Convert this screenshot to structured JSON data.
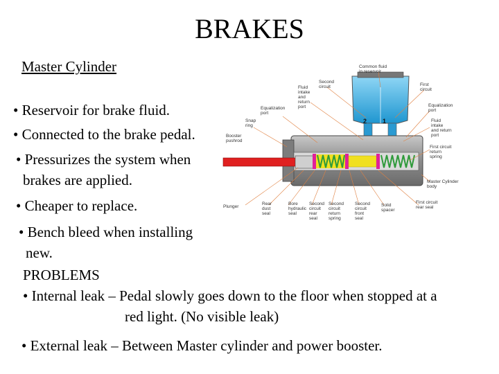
{
  "title": "BRAKES",
  "subtitle": "Master Cylinder",
  "bullets": {
    "b1": "• Reservoir for brake fluid.",
    "b2": "• Connected to the brake pedal.",
    "b3_line1": "• Pressurizes the system when",
    "b3_line2": "brakes are applied.",
    "b4": "• Cheaper to replace.",
    "b5_line1": "• Bench bleed when installing",
    "b5_line2": "new."
  },
  "problems": {
    "heading": "PROBLEMS",
    "internal_line1": "• Internal leak – Pedal slowly goes down to the floor when stopped at a",
    "internal_line2": "red light. (No visible leak)",
    "external": "• External leak – Between Master cylinder and power booster."
  },
  "diagram": {
    "labels": {
      "common_fluid": [
        "Common fluid",
        "in reservoir"
      ],
      "second_circuit": [
        "Second",
        "circuit"
      ],
      "first_circuit": [
        "First",
        "circuit"
      ],
      "fluid_intake_left": [
        "Fluid",
        "intake",
        "and",
        "return",
        "port"
      ],
      "equalization_left": [
        "Equalization",
        "port"
      ],
      "snap_ring": [
        "Snap",
        "ring"
      ],
      "booster_pushrod": [
        "Booster",
        "pushrod"
      ],
      "equalization_right": [
        "Equalization",
        "port"
      ],
      "fluid_intake_right": [
        "Fluid",
        "intake",
        "and return",
        "port"
      ],
      "first_circuit_spring": [
        "First circuit",
        "return",
        "spring"
      ],
      "master_body": [
        "Master Cylinder",
        "body"
      ],
      "plunger": [
        "Plunger"
      ],
      "rear_dust_seal": [
        "Rear",
        "dust",
        "seal"
      ],
      "bore_seal": [
        "Bore",
        "hydraulic",
        "seal"
      ],
      "second_circuit_rear": [
        "Second",
        "circuit",
        "rear",
        "seal"
      ],
      "second_circuit_spring": [
        "Second",
        "circuit",
        "return",
        "spring"
      ],
      "second_circuit_front": [
        "Second",
        "circuit",
        "front",
        "seal"
      ],
      "solid_spacer": [
        "Solid",
        "spacer"
      ],
      "first_circuit_rear": [
        "First circuit",
        "rear seal"
      ]
    },
    "numbers": [
      "2",
      "1"
    ],
    "colors": {
      "fluid": "#3aaee0",
      "body": "#9a9a9a",
      "pushrod": "#e02020",
      "spring": "#2e9a3a",
      "piston": "#f0e020",
      "seal_magenta": "#e0209a",
      "label_line": "#e08040"
    }
  }
}
